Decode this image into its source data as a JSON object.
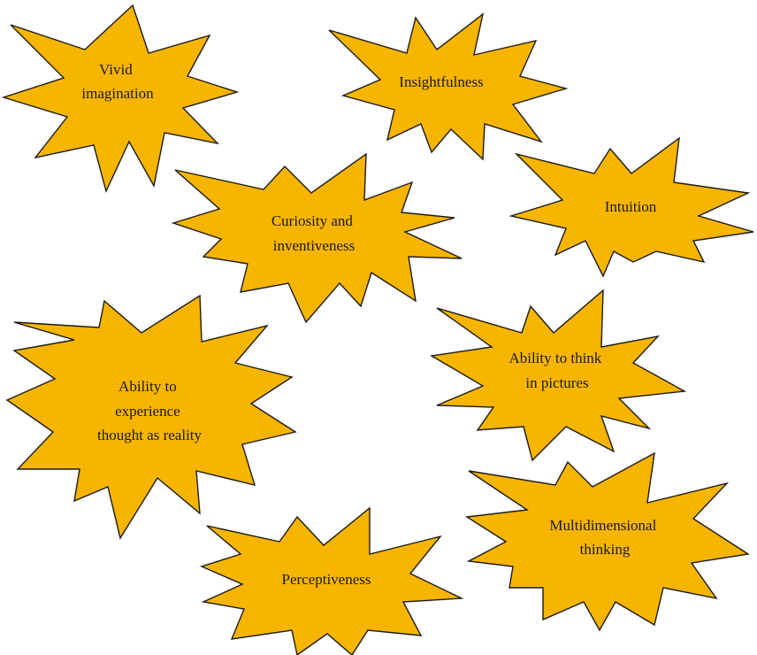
{
  "colors": {
    "burst_fill": "#F7B500",
    "burst_stroke": "#1a1a1a",
    "text": "#1a1a1a"
  },
  "bursts": [
    {
      "id": "vivid-imagination",
      "lines": [
        "Vivid",
        "imagination"
      ]
    },
    {
      "id": "insightfulness",
      "lines": [
        "Insightfulness"
      ]
    },
    {
      "id": "intuition",
      "lines": [
        "Intuition"
      ]
    },
    {
      "id": "curiosity-and-inventiveness",
      "lines": [
        "Curiosity and",
        "inventiveness"
      ]
    },
    {
      "id": "ability-to-think-in-pictures",
      "lines": [
        "Ability to think",
        "in pictures"
      ]
    },
    {
      "id": "ability-to-experience-thought-as-reality",
      "lines": [
        "Ability to",
        "experience",
        "thought as reality"
      ]
    },
    {
      "id": "multidimensional-thinking",
      "lines": [
        "Multidimensional",
        "thinking"
      ]
    },
    {
      "id": "perceptiveness",
      "lines": [
        "Perceptiveness"
      ]
    }
  ]
}
